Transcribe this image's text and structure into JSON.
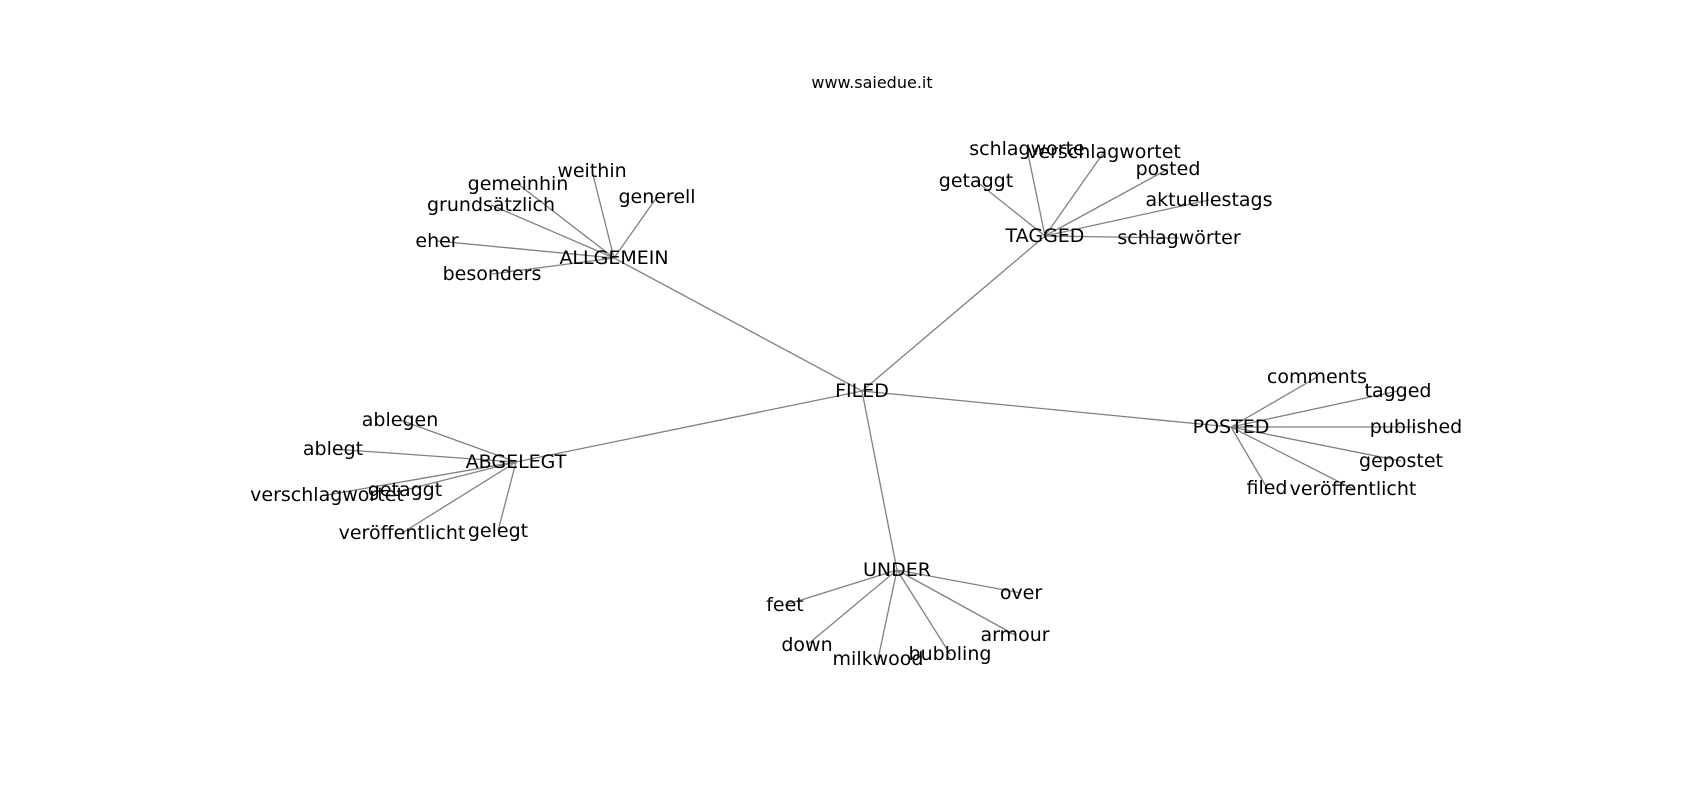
{
  "caption": "www.saiedue.it",
  "colors": {
    "edge": "#808080",
    "text": "#000000",
    "background": "#ffffff"
  },
  "graph": {
    "center": "FILED",
    "hubs": [
      {
        "id": "allgemein",
        "label": "ALLGEMEIN",
        "leaves": [
          "weithin",
          "gemeinhin",
          "generell",
          "grundsätzlich",
          "eher",
          "besonders"
        ]
      },
      {
        "id": "tagged",
        "label": "TAGGED",
        "leaves": [
          "schlagworte",
          "verschlagwortet",
          "getaggt",
          "posted",
          "aktuellestags",
          "schlagwörter"
        ]
      },
      {
        "id": "posted",
        "label": "POSTED",
        "leaves": [
          "comments",
          "tagged",
          "published",
          "gepostet",
          "filed",
          "veröffentlicht"
        ]
      },
      {
        "id": "under",
        "label": "UNDER",
        "leaves": [
          "over",
          "feet",
          "armour",
          "down",
          "bubbling",
          "milkwood"
        ]
      },
      {
        "id": "abgelegt",
        "label": "ABGELEGT",
        "leaves": [
          "ablegen",
          "ablegt",
          "getaggt",
          "verschlagwortet",
          "gelegt",
          "veröffentlicht"
        ]
      }
    ]
  }
}
